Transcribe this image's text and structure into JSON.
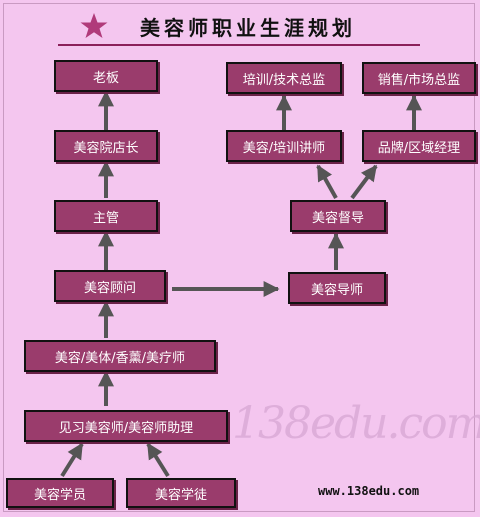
{
  "title": "美容师职业生涯规划",
  "colors": {
    "background": "#f4c6ef",
    "box_fill": "#9a3c6c",
    "box_text": "#ffffff",
    "arrow": "#555555",
    "accent": "#8b1f5a"
  },
  "nodes": {
    "boss": "老板",
    "salon_manager": "美容院店长",
    "supervisor": "主管",
    "consultant": "美容顾问",
    "therapists": "美容/美体/香薰/美疗师",
    "trainee": "见习美容师/美容师助理",
    "student": "美容学员",
    "apprentice": "美容学徒",
    "instructor": "美容导师",
    "inspector": "美容督导",
    "trainer": "美容/培训讲师",
    "brand_manager": "品牌/区域经理",
    "training_director": "培训/技术总监",
    "sales_director": "销售/市场总监"
  },
  "watermark": {
    "logo": "138edu.com",
    "url": "www.138edu.com"
  }
}
